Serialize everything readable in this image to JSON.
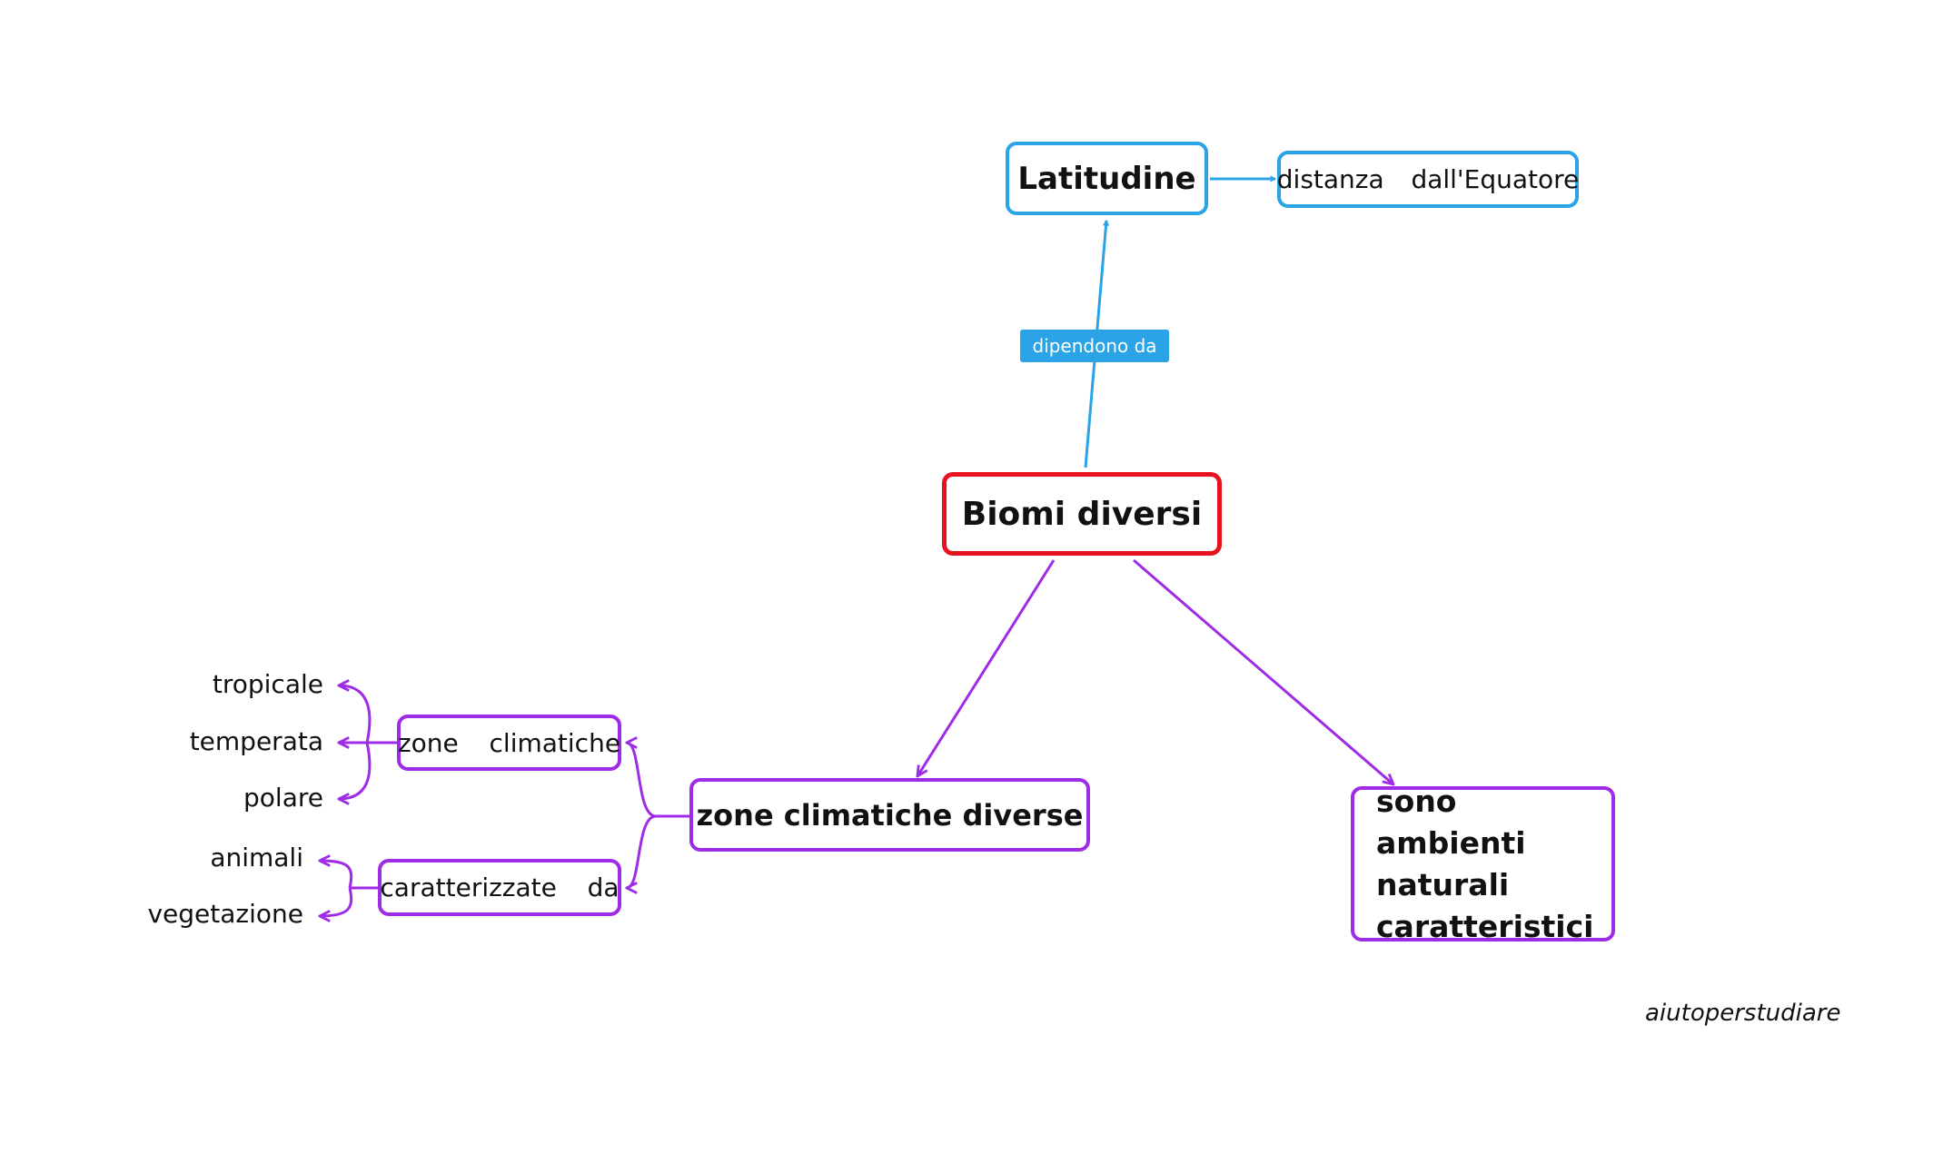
{
  "nodes": {
    "center": "Biomi diversi",
    "latitude": "Latitudine",
    "distance": "distanza  dall'Equatore",
    "climate_zones_diverse": "zone climatiche diverse",
    "natural_environments": "sono ambienti naturali caratteristici",
    "climate_zones": "zone  climatiche",
    "characterized_by": "caratterizzate  da"
  },
  "relation_label": "dipendono da",
  "climate_zone_leaves": [
    "tropicale",
    "temperata",
    "polare"
  ],
  "characterized_leaves": [
    "animali",
    "vegetazione"
  ],
  "watermark": "aiutoperstudiare",
  "colors": {
    "center_border": "#e8121e",
    "blue_branch": "#2aa4e6",
    "purple_branch": "#9e2ce6"
  }
}
